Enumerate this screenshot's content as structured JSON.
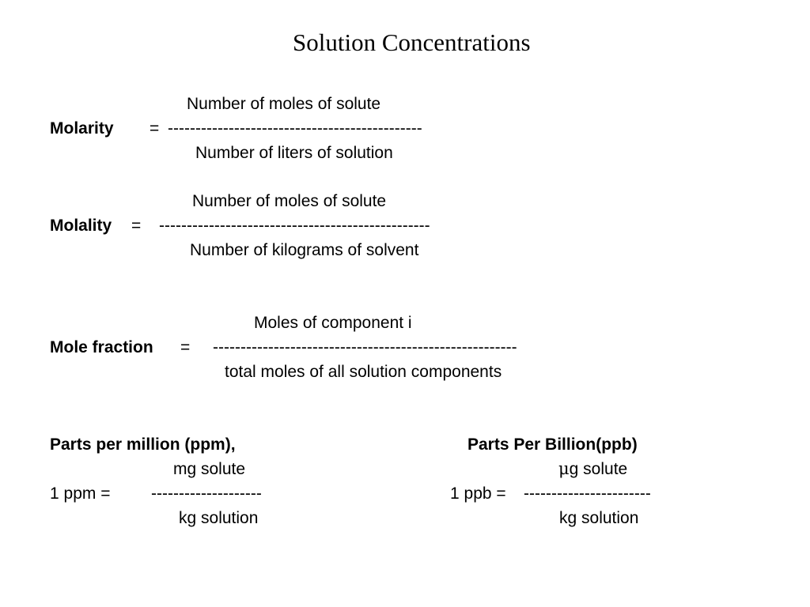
{
  "title": "Solution Concentrations",
  "molarity": {
    "label": "Molarity",
    "equals": "=",
    "numerator": "Number of moles of solute",
    "dashes": "----------------------------------------------",
    "denominator": "Number of liters of solution"
  },
  "molality": {
    "label": "Molality",
    "equals": "=",
    "numerator": "Number of moles of solute",
    "dashes": "-------------------------------------------------",
    "denominator": "Number of kilograms of solvent"
  },
  "mole_fraction": {
    "label": "Mole fraction",
    "equals": "=",
    "numerator": "Moles of component i",
    "dashes": "-------------------------------------------------------",
    "denominator": "total moles of all solution components"
  },
  "ppm": {
    "heading": "Parts per million (ppm),",
    "numerator": "mg solute",
    "lhs": "1 ppm =",
    "dashes": "--------------------",
    "denominator": "kg solution"
  },
  "ppb": {
    "heading": "Parts Per Billion(ppb)",
    "numerator_symbol": "μ",
    "numerator": "g solute",
    "lhs": "1 ppb =",
    "dashes": "-----------------------",
    "denominator": "kg solution"
  }
}
